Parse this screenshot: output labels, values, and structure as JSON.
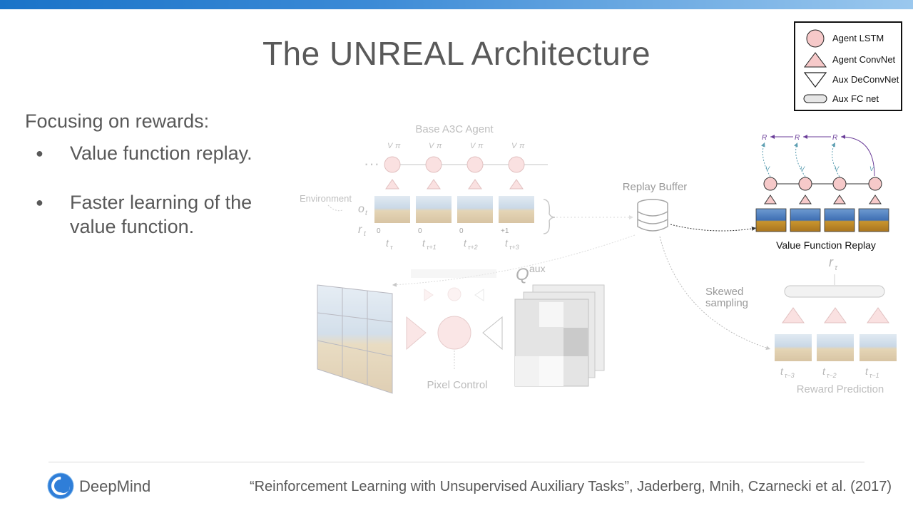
{
  "slide": {
    "title": "The UNREAL Architecture",
    "intro": "Focusing on rewards:",
    "bullets": [
      {
        "marker": "●",
        "lines": [
          "Value function replay."
        ]
      },
      {
        "marker": "●",
        "lines": [
          "Faster learning of the",
          "value function."
        ]
      }
    ]
  },
  "legend": {
    "items": [
      {
        "shape": "circle",
        "label": "Agent LSTM"
      },
      {
        "shape": "triangle-up",
        "label": "Agent ConvNet"
      },
      {
        "shape": "triangle-down",
        "label": "Aux DeConvNet"
      },
      {
        "shape": "pill",
        "label": "Aux FC net"
      }
    ]
  },
  "diagram": {
    "base_agent_title": "Base A3C Agent",
    "environment_label": "Environment",
    "obs_label": "o",
    "obs_sub": "t",
    "reward_label": "r",
    "reward_sub": "t",
    "rewards": [
      "0",
      "0",
      "0",
      "+1"
    ],
    "time_base": "t",
    "time_subs": [
      "τ",
      "τ+1",
      "τ+2",
      "τ+3"
    ],
    "ellipsis": "···",
    "output_v": "V",
    "output_pi": "π",
    "replay_buffer_label": "Replay Buffer",
    "value_function_replay_label": "Value Function Replay",
    "vfr_r_label": "R",
    "vfr_v_label": "V",
    "skewed_sampling_label": [
      "Skewed",
      "sampling"
    ],
    "reward_prediction_label": "Reward Prediction",
    "rp_output_base": "r",
    "rp_output_sub": "τ",
    "rp_time_subs": [
      "τ−3",
      "τ−2",
      "τ−1"
    ],
    "pixel_control_label": "Pixel Control",
    "q_aux_base": "Q",
    "q_aux_sup": "aux"
  },
  "footer": {
    "brand": "DeepMind",
    "citation": "“Reinforcement Learning with Unsupervised Auxiliary Tasks”, Jaderberg, Mnih, Czarnecki et al. (2017)"
  },
  "colors": {
    "accent_blue": "#1a73c8",
    "node_fill": "#f6c9c9",
    "node_stroke": "#c98e8e",
    "arrow_purple": "#6b3e99",
    "arrow_teal": "#5fa0b3",
    "faded_text": "#b0b0b0"
  }
}
